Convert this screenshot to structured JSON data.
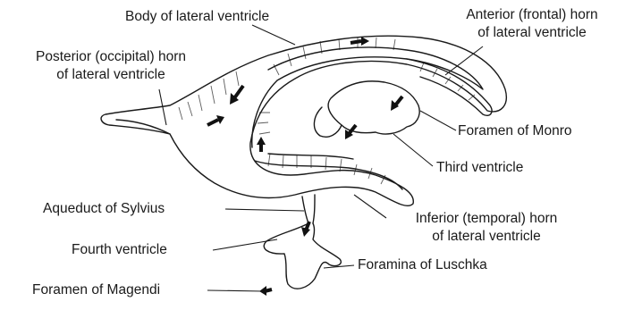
{
  "labels": {
    "body": "Body of lateral ventricle",
    "anterior": [
      "Anterior (frontal) horn",
      "of lateral ventricle"
    ],
    "posterior": [
      "Posterior (occipital) horn",
      "of lateral ventricle"
    ],
    "monro": "Foramen of Monro",
    "third": "Third ventricle",
    "aqueduct": "Aqueduct of Sylvius",
    "inferior": [
      "Inferior (temporal) horn",
      "of lateral ventricle"
    ],
    "fourth": "Fourth ventricle",
    "luschka": "Foramina of Luschka",
    "magendi": "Foramen of Magendi"
  },
  "colors": {
    "ink": "#1a1a1a",
    "arrow": "#111111",
    "background": "#ffffff"
  }
}
